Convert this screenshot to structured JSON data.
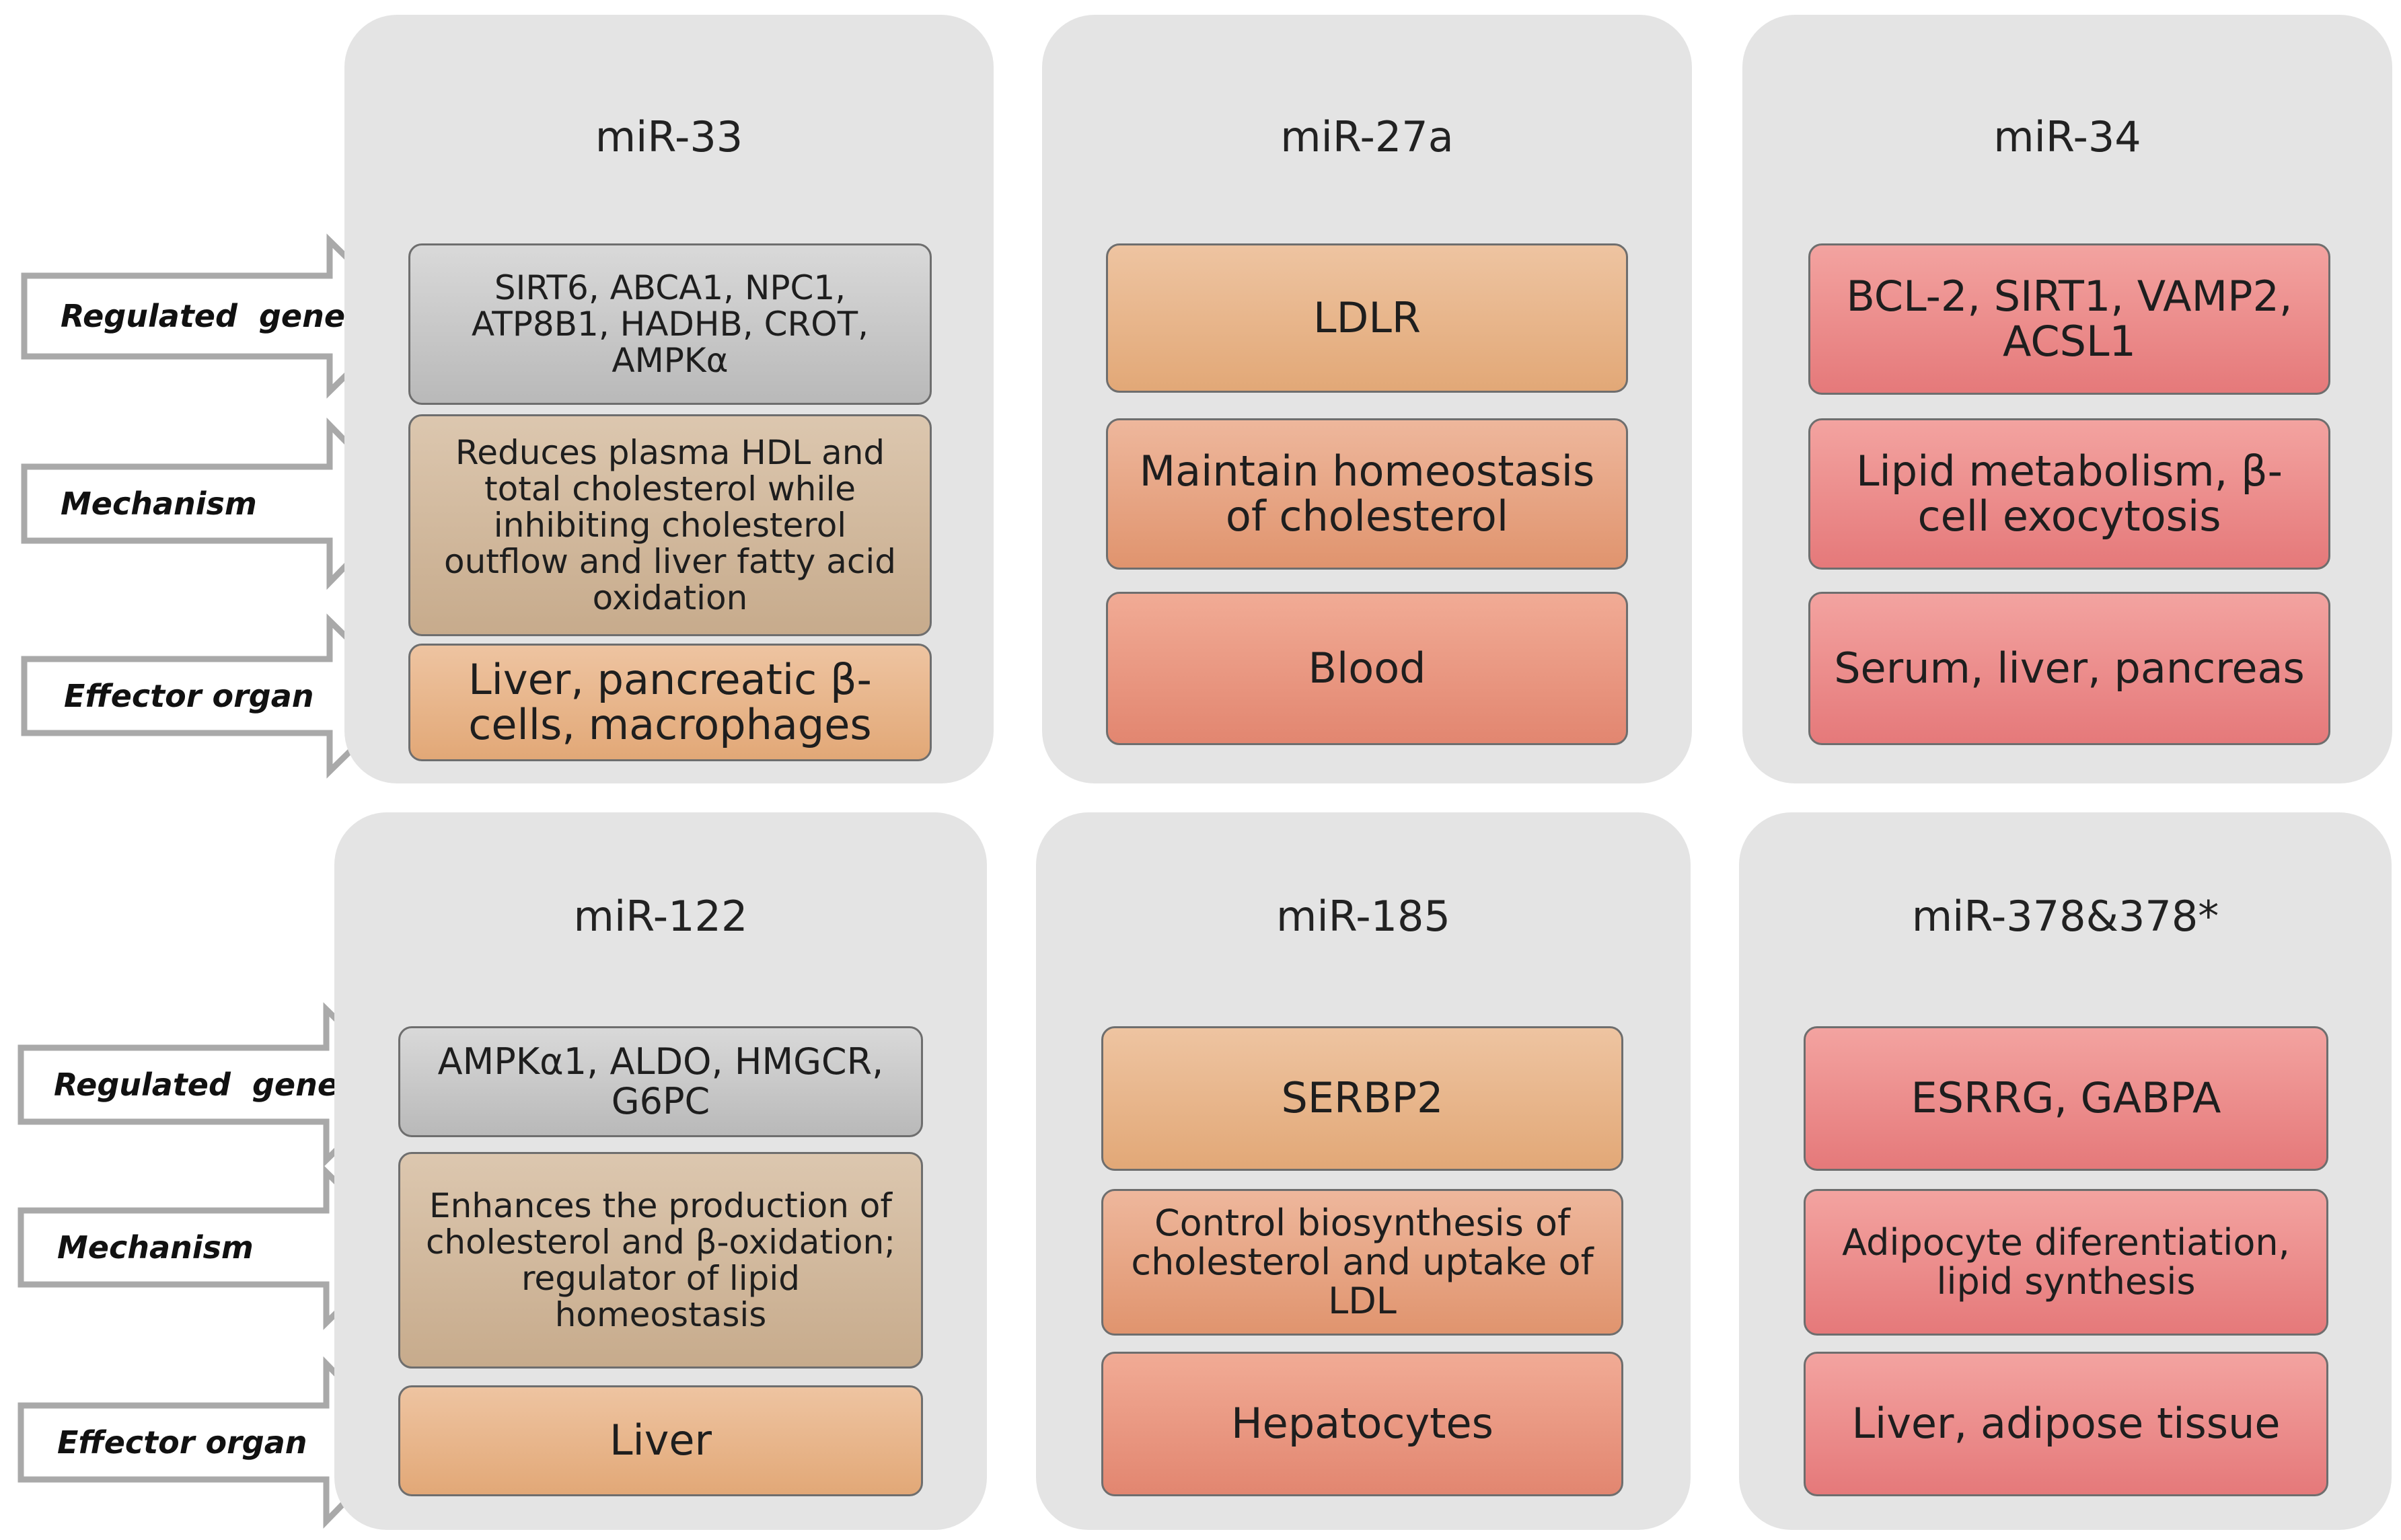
{
  "labels": {
    "regulated_gene": "Regulated  gene",
    "mechanism": "Mechanism",
    "effector_organ": "Effector organ"
  },
  "panels": [
    {
      "title": "miR-33",
      "gene": "SIRT6, ABCA1, NPC1, ATP8B1, HADHB, CROT, AMPKα",
      "mechanism": "Reduces plasma HDL and total cholesterol while inhibiting cholesterol outflow and liver fatty acid oxidation",
      "organ": "Liver, pancreatic β-cells, macrophages"
    },
    {
      "title": "miR-27a",
      "gene": "LDLR",
      "mechanism": "Maintain homeostasis of cholesterol",
      "organ": "Blood"
    },
    {
      "title": "miR-34",
      "gene": "BCL-2, SIRT1, VAMP2, ACSL1",
      "mechanism": "Lipid metabolism, β-cell exocytosis",
      "organ": "Serum, liver, pancreas"
    },
    {
      "title": "miR-122",
      "gene": "AMPKα1, ALDO, HMGCR, G6PC",
      "mechanism": "Enhances the production of cholesterol and β-oxidation; regulator of lipid homeostasis",
      "organ": "Liver"
    },
    {
      "title": "miR-185",
      "gene": "SERBP2",
      "mechanism": "Control biosynthesis of cholesterol and uptake of LDL",
      "organ": "Hepatocytes"
    },
    {
      "title": "miR-378&378*",
      "gene": "ESRRG, GABPA",
      "mechanism": "Adipocyte diferentiation, lipid synthesis",
      "organ": "Liver, adipose tissue"
    }
  ]
}
